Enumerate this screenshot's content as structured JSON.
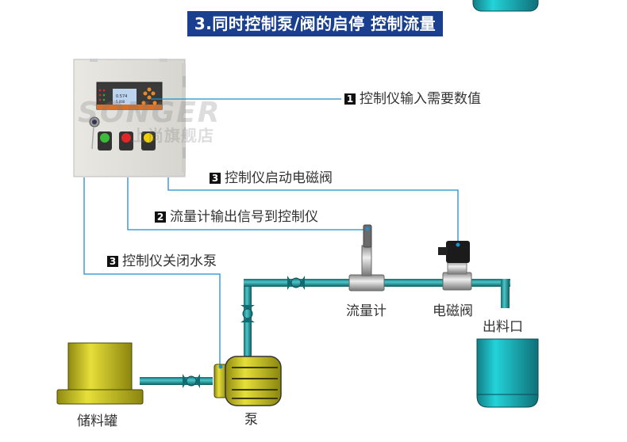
{
  "title": "3.同时控制泵/阀的启停 控制流量",
  "watermark": {
    "brand": "SONGER",
    "store": "上尚旗舰店"
  },
  "annotations": [
    {
      "num": "1",
      "text": "控制仪输入需要数值"
    },
    {
      "num": "3",
      "text": "控制仪启动电磁阀"
    },
    {
      "num": "2",
      "text": "流量计输出信号到控制仪"
    },
    {
      "num": "3",
      "text": "控制仪关闭水泵"
    }
  ],
  "components": {
    "flowmeter": "流量计",
    "solenoid_valve": "电磁阀",
    "outlet": "出料口",
    "storage_tank": "储料罐",
    "pump": "泵"
  },
  "controller_display": {
    "value": "0.574",
    "total": "5.000"
  },
  "colors": {
    "title_bg": "#1a3f8f",
    "signal_line": "#1e8fcf",
    "pipe": "#2aa7a9",
    "tank_yellow": "#c9c21a",
    "outlet_tank": "#1fb3b8"
  }
}
